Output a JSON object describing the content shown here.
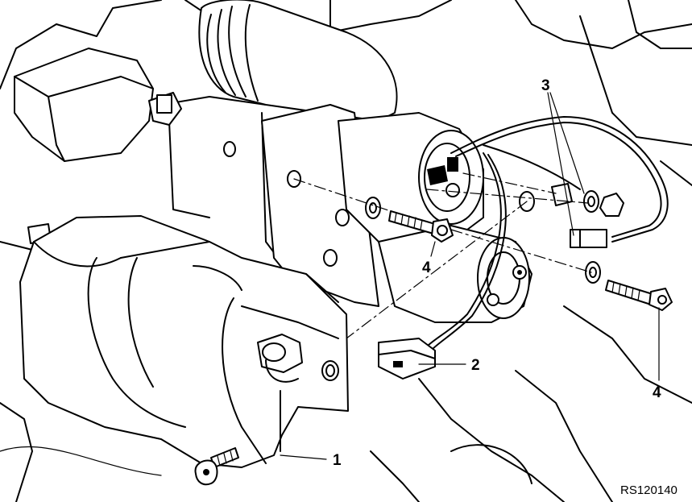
{
  "callouts": {
    "c1": "1",
    "c2": "2",
    "c3": "3",
    "c4a": "4",
    "c4b": "4"
  },
  "reference_code": "RS120140"
}
